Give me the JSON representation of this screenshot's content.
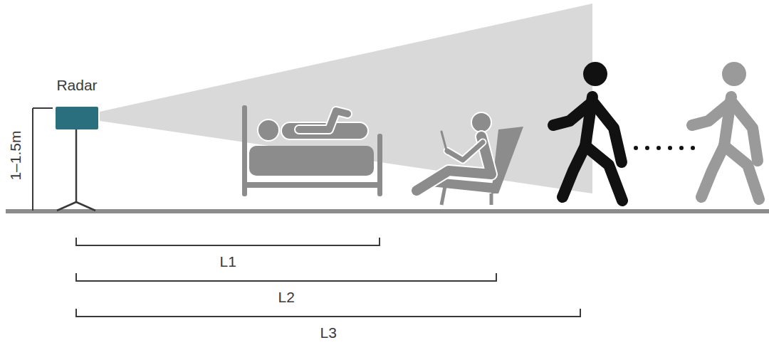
{
  "diagram": {
    "nodes": [
      {
        "text": [
          "Radar"
        ]
      }
    ],
    "labels": [
      "1–1.5m",
      "L1",
      "L2",
      "L3"
    ]
  }
}
